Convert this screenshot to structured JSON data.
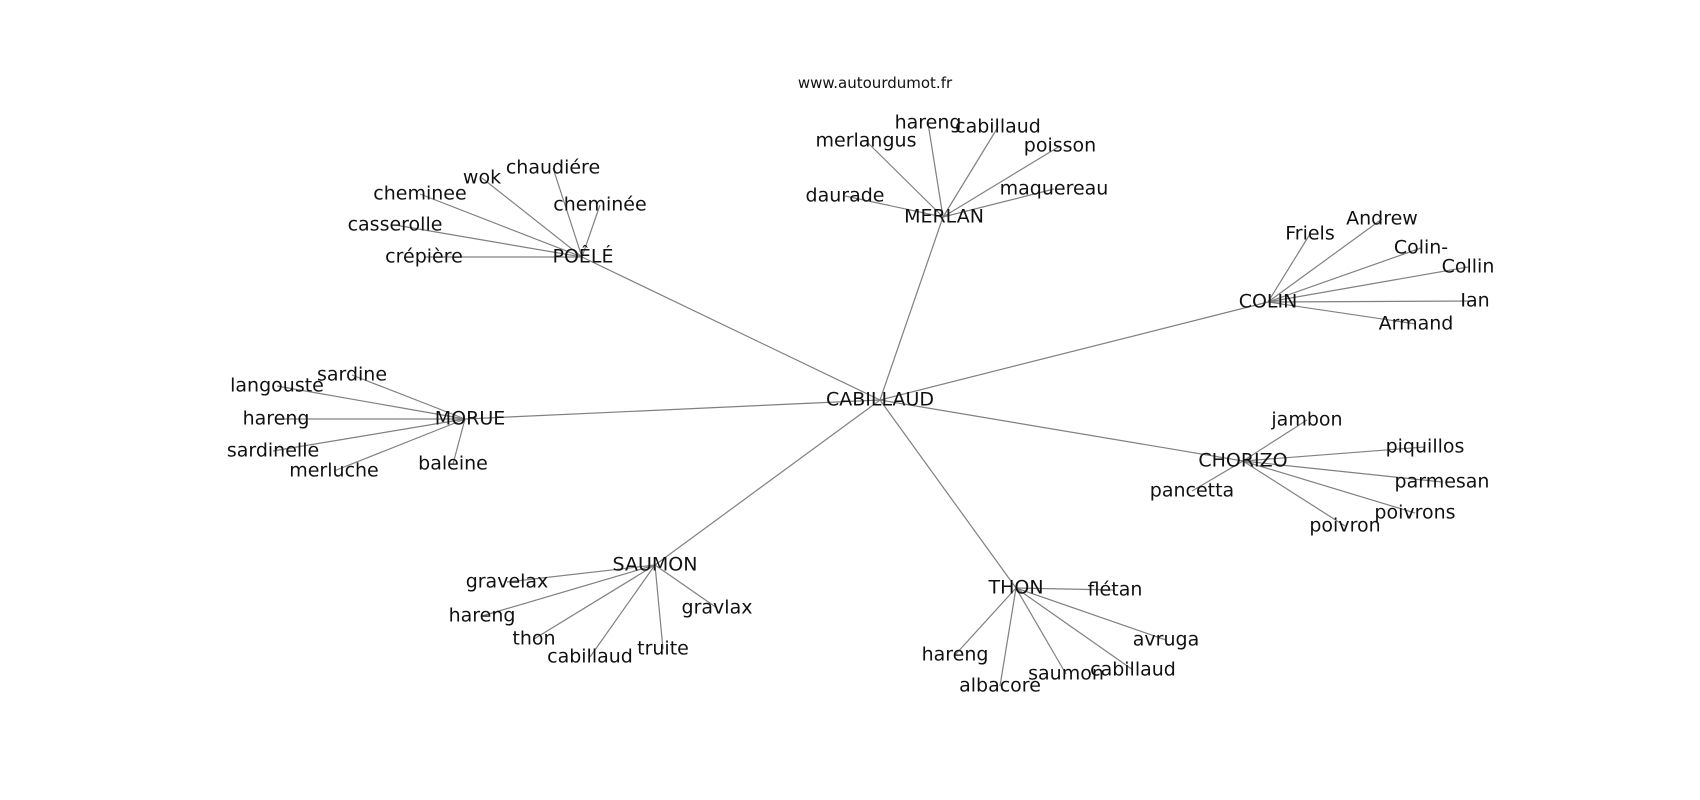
{
  "credit": "www.autourdumot.fr",
  "graph": {
    "center": "CABILLAUD",
    "hubs": [
      {
        "label": "POÊLÉ",
        "leaves": [
          "chaudiére",
          "wok",
          "cheminée",
          "cheminee",
          "casserolle",
          "crépière"
        ]
      },
      {
        "label": "MERLAN",
        "leaves": [
          "hareng",
          "cabillaud",
          "merlangus",
          "poisson",
          "daurade",
          "maquereau"
        ]
      },
      {
        "label": "COLIN",
        "leaves": [
          "Friels",
          "Andrew",
          "Colin-",
          "Collin",
          "Ian",
          "Armand"
        ]
      },
      {
        "label": "MORUE",
        "leaves": [
          "sardine",
          "langouste",
          "hareng",
          "sardinelle",
          "merluche",
          "baleine"
        ]
      },
      {
        "label": "CHORIZO",
        "leaves": [
          "jambon",
          "piquillos",
          "parmesan",
          "pancetta",
          "poivrons",
          "poivron"
        ]
      },
      {
        "label": "SAUMON",
        "leaves": [
          "gravelax",
          "hareng",
          "gravlax",
          "thon",
          "truite",
          "cabillaud"
        ]
      },
      {
        "label": "THON",
        "leaves": [
          "flétan",
          "avruga",
          "hareng",
          "cabillaud",
          "saumon",
          "albacore"
        ]
      }
    ]
  }
}
